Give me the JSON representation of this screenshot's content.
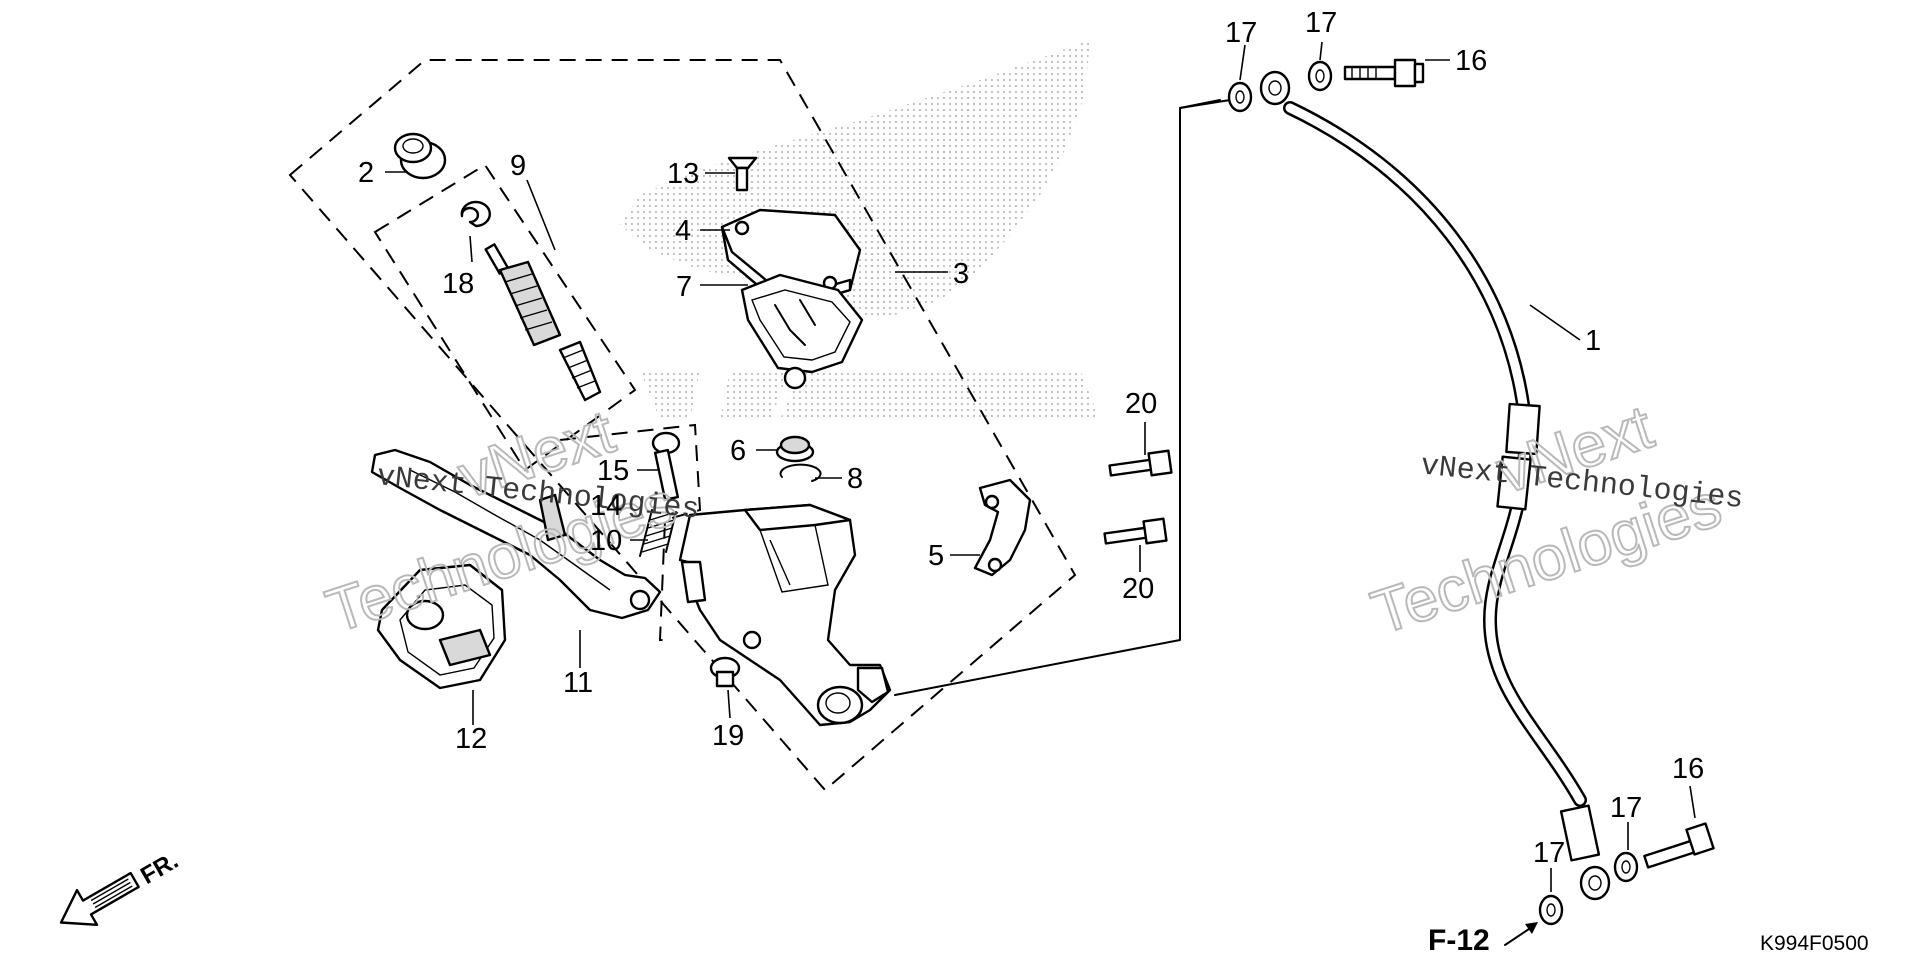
{
  "callouts": {
    "p1": "1",
    "p2": "2",
    "p3": "3",
    "p4": "4",
    "p5": "5",
    "p6": "6",
    "p7": "7",
    "p8": "8",
    "p9": "9",
    "p10": "10",
    "p11": "11",
    "p12": "12",
    "p13": "13",
    "p14": "14",
    "p15": "15",
    "p16a": "16",
    "p16b": "16",
    "p17a": "17",
    "p17b": "17",
    "p17c": "17",
    "p17d": "17",
    "p18": "18",
    "p19": "19",
    "p20a": "20",
    "p20b": "20"
  },
  "reference": "F-12",
  "direction_label": "FR.",
  "diagram_code": "K994F0500",
  "watermark": {
    "brand_a": "vNext Technologies",
    "outline_a1": "vNext",
    "outline_a2": "Technologies",
    "brand_b": "vNext Technologies",
    "outline_b1": "vNext",
    "outline_b2": "Technologies"
  }
}
